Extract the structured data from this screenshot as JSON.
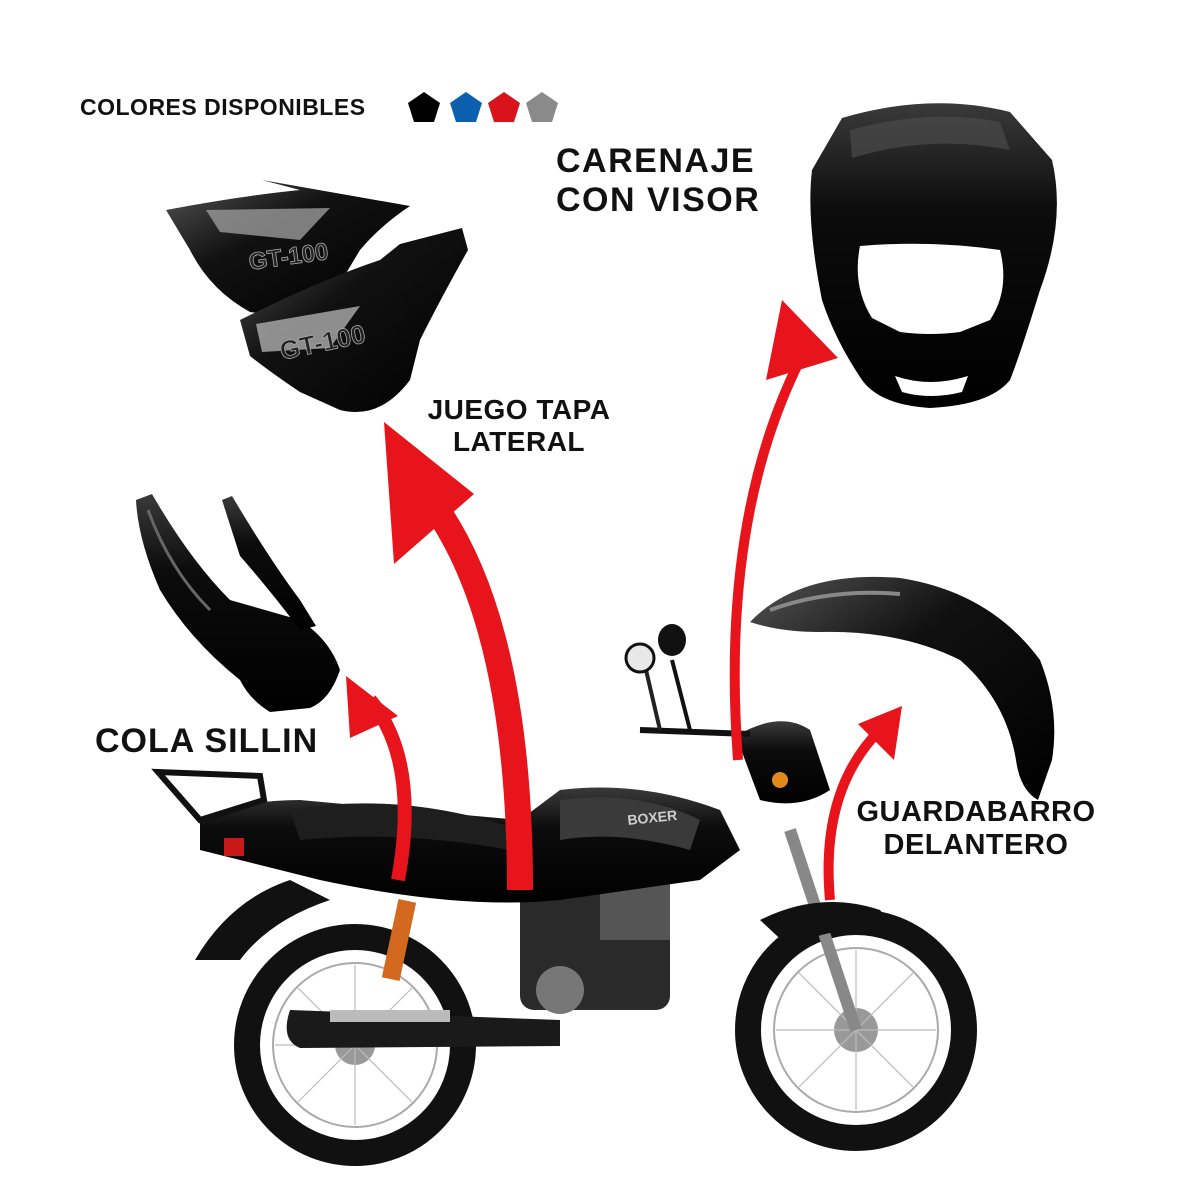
{
  "colors_title": "COLORES DISPONIBLES",
  "swatches": [
    "#000000",
    "#0b5fae",
    "#d8131c",
    "#8a8a8a"
  ],
  "labels": {
    "carenaje_line1": "CARENAJE",
    "carenaje_line2": "CON VISOR",
    "tapa_line1": "JUEGO TAPA",
    "tapa_line2": "LATERAL",
    "cola": "COLA SILLIN",
    "guarda_line1": "GUARDABARRO",
    "guarda_line2": "DELANTERO"
  },
  "badges": {
    "side_cover": "GT-100",
    "tank": "BOXER"
  },
  "arrow_color": "#e8141c"
}
